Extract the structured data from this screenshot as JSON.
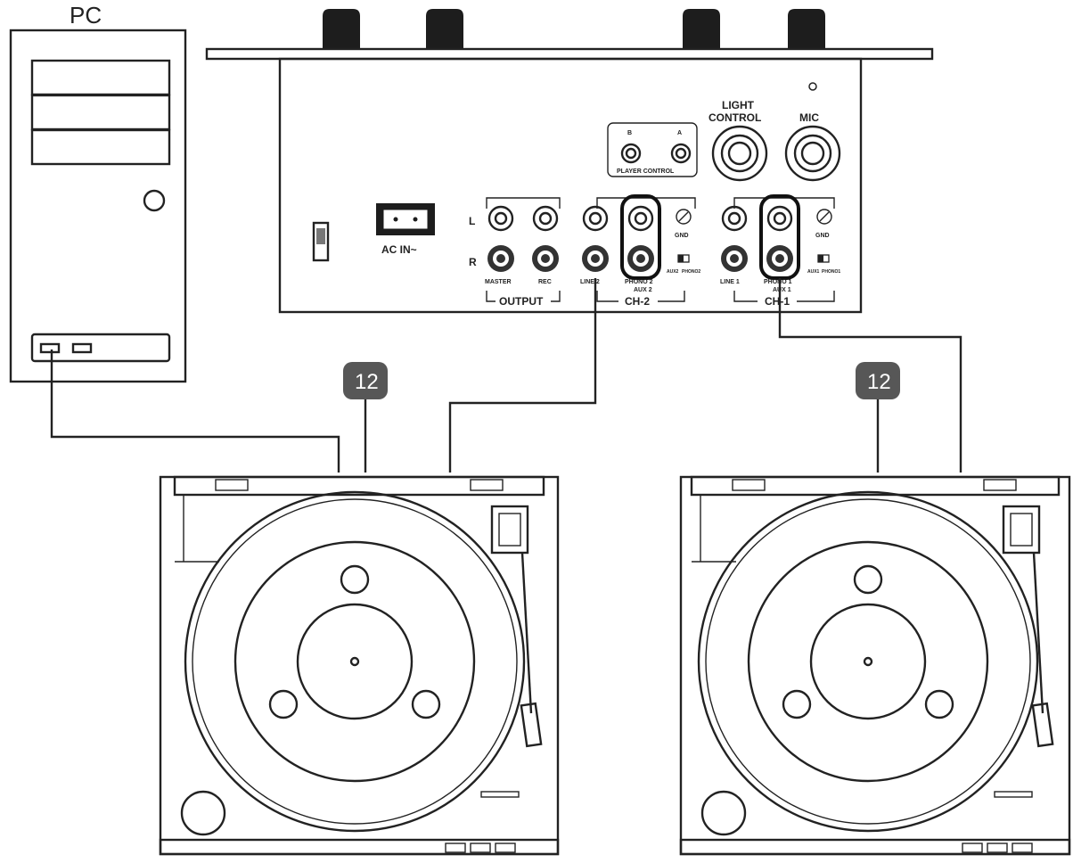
{
  "pc": {
    "label": "PC"
  },
  "mixer": {
    "ac_in": "AC IN~",
    "light_control_line1": "LIGHT",
    "light_control_line2": "CONTROL",
    "mic": "MIC",
    "player_control": "PLAYER CONTROL",
    "player_control_b": "B",
    "player_control_a": "A",
    "left": "L",
    "right": "R",
    "master": "MASTER",
    "rec": "REC",
    "output": "OUTPUT",
    "line2": "LINE 2",
    "phono2": "PHONO 2",
    "aux2": "AUX 2",
    "gnd2": "GND",
    "sw2_left": "AUX2",
    "sw2_right": "PHONO2",
    "ch2": "CH-2",
    "line1": "LINE 1",
    "phono1": "PHONO 1",
    "aux1": "AUX 1",
    "gnd1": "GND",
    "sw1_left": "AUX1",
    "sw1_right": "PHONO1",
    "ch1": "CH-1"
  },
  "turntables": [
    {
      "badge": "12"
    },
    {
      "badge": "12"
    }
  ],
  "colors": {
    "badge": "#575757",
    "line": "#222222"
  }
}
